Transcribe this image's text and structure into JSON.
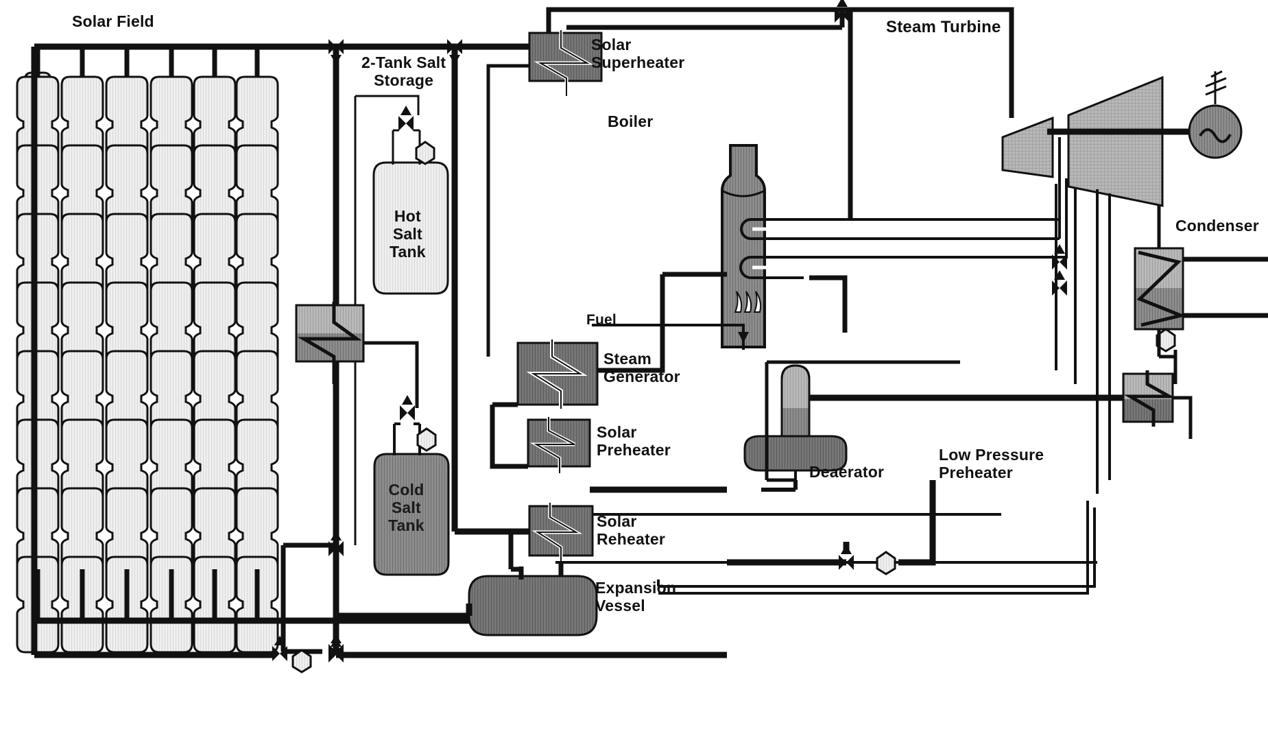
{
  "diagram": {
    "title": "Solar Thermal Power Plant with 2-Tank Salt Storage Process Flow Diagram",
    "type": "process-flow-diagram"
  },
  "labels": {
    "solar_field": "Solar Field",
    "salt_storage": "2-Tank Salt\nStorage",
    "hot_salt_tank": "Hot\nSalt\nTank",
    "cold_salt_tank": "Cold\nSalt\nTank",
    "solar_superheater": "Solar\nSuperheater",
    "boiler": "Boiler",
    "fuel": "Fuel",
    "steam_turbine": "Steam Turbine",
    "condenser": "Condenser",
    "steam_generator": "Steam\nGenerator",
    "solar_preheater": "Solar\nPreheater",
    "solar_reheater": "Solar\nReheater",
    "deaerator": "Deaerator",
    "low_pressure_preheater": "Low Pressure\nPreheater",
    "expansion_vessel": "Expansion\nVessel"
  },
  "components": {
    "solar_collector_columns": 6,
    "solar_collector_rows": 8,
    "heat_exchangers": [
      "solar-superheater",
      "steam-generator",
      "solar-preheater",
      "solar-reheater",
      "salt-oil-heat-exchanger",
      "condenser",
      "low-pressure-preheater"
    ],
    "tanks": [
      "hot-salt-tank",
      "cold-salt-tank",
      "deaerator",
      "expansion-vessel"
    ],
    "pumps": [
      "hot-salt-pump",
      "cold-salt-pump",
      "hts-oil-pump",
      "condensate-pump",
      "feedwater-pump"
    ],
    "valves": [
      "solar-field-outlet-valve",
      "storage-charge-valve",
      "superheater-inlet-valve",
      "hot-salt-valve",
      "cold-salt-valve",
      "turbine-extraction-valve-1",
      "turbine-extraction-valve-2",
      "deaerator-inlet-valve",
      "field-inlet-valve",
      "oil-return-valve"
    ],
    "turbine_stages": [
      "high-pressure-stage",
      "low-pressure-stage"
    ],
    "generator": "electric-generator"
  },
  "colors": {
    "line": "#111111",
    "collector_fill": "#eeeeee",
    "tank_hot_fill": "#d5d5d5",
    "tank_cold_fill": "#8c8c8c",
    "exchanger_dark": "#6f6f6f",
    "exchanger_mid": "#a0a0a0",
    "turbine_fill": "#b5b5b5",
    "generator_fill": "#8f8f8f",
    "boiler_fill": "#9e9e9e",
    "background": "#ffffff"
  }
}
